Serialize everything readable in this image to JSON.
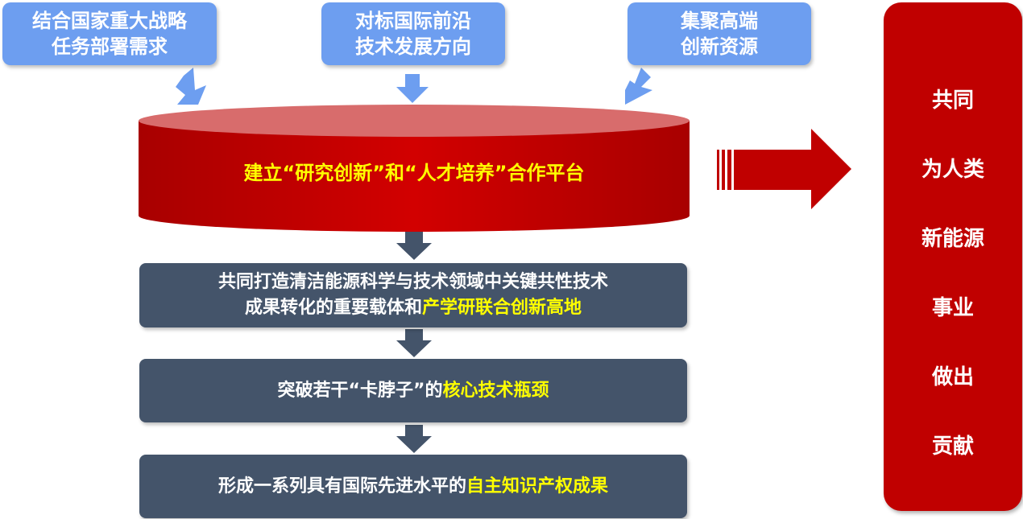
{
  "top_boxes": [
    {
      "line1": "结合国家重大战略",
      "line2": "任务部署需求"
    },
    {
      "line1": "对标国际前沿",
      "line2": "技术发展方向"
    },
    {
      "line1": "集聚高端",
      "line2": "创新资源"
    }
  ],
  "platform": {
    "text": "建立“研究创新”和“人才培养”合作平台"
  },
  "steps": [
    {
      "line1": "共同打造清洁能源科学与技术领域中关键共性技术",
      "line2_plain": "成果转化的重要载体和",
      "line2_highlight": "产学研联合创新高地"
    },
    {
      "plain": "突破若干“卡脖子”的",
      "highlight": "核心技术瓶颈"
    },
    {
      "plain": "形成一系列具有国际先进水平的",
      "highlight": "自主知识产权成果"
    }
  ],
  "right_panel": {
    "items": [
      "共同",
      "为人类",
      "新能源",
      "事业",
      "做出",
      "贡献"
    ]
  },
  "colors": {
    "top_box": "#6d9ef0",
    "platform_red": "#c00000",
    "platform_top": "#d86c6c",
    "dark_box": "#44546a",
    "highlight": "#ffff00",
    "down_arrow": "#44546a"
  }
}
